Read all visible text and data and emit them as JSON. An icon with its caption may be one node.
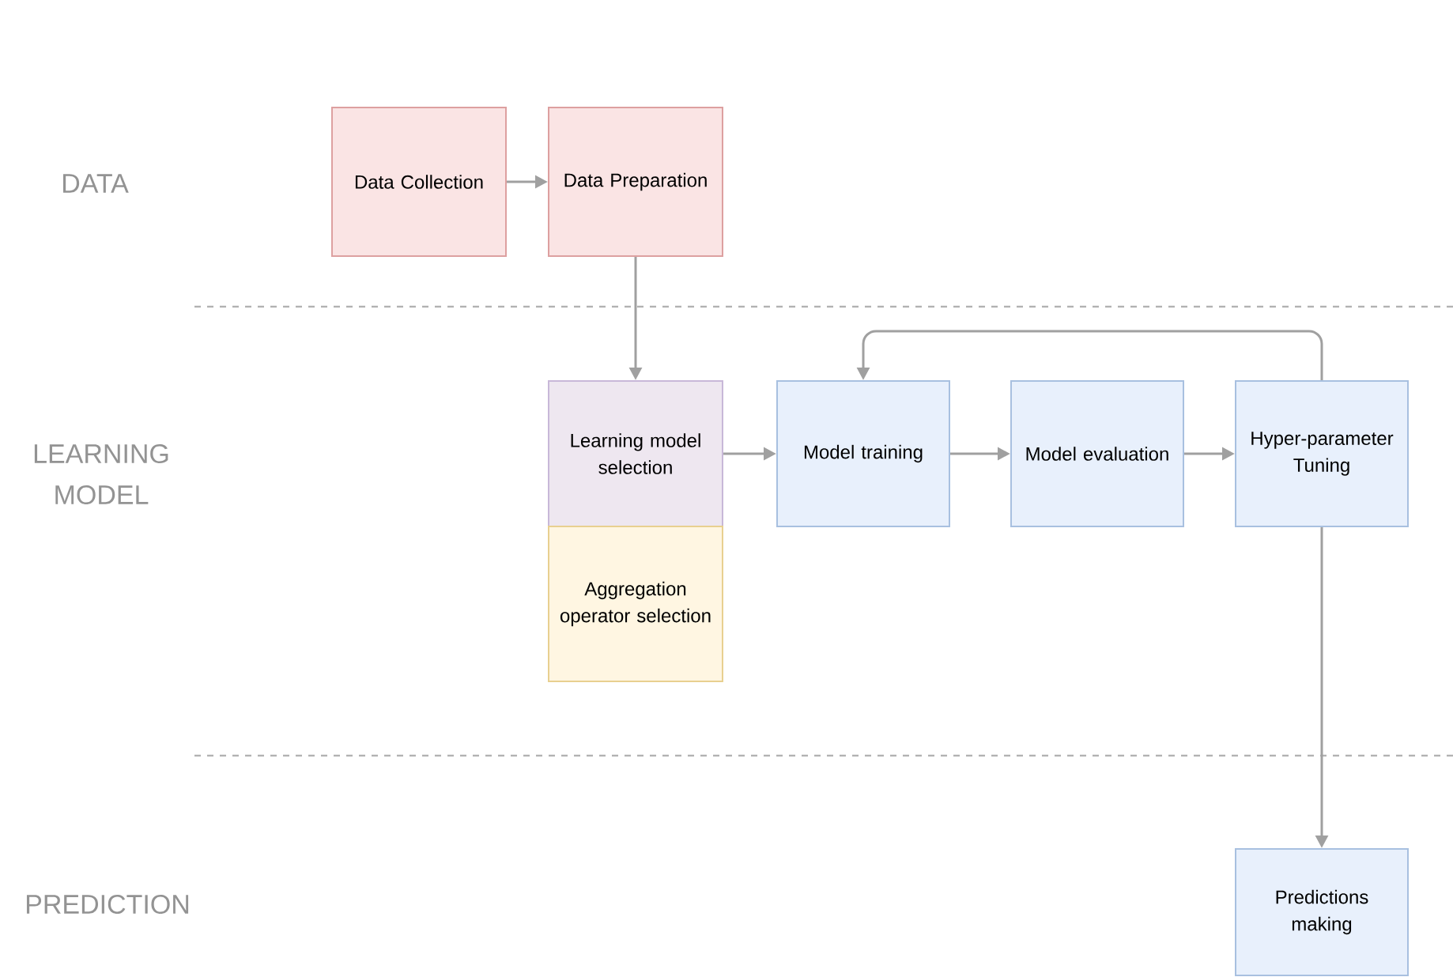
{
  "diagram": {
    "nodes": [
      {
        "text": [
          "Data Collection"
        ]
      },
      {
        "text": [
          "Data Preparation"
        ]
      },
      {
        "text": [
          "Learning model selection"
        ]
      },
      {
        "text": [
          "Aggregation operator selection"
        ]
      },
      {
        "text": [
          "Model training"
        ]
      },
      {
        "text": [
          "Model evaluation"
        ]
      },
      {
        "text": [
          "Hyper-parameter Tuning"
        ]
      },
      {
        "text": [
          "Predictions making"
        ]
      }
    ],
    "edges": [
      {
        "from": 0,
        "to": 1,
        "arrow": "to"
      },
      {
        "from": 1,
        "to": 2,
        "arrow": "to"
      },
      {
        "from": 2,
        "to": 4,
        "arrow": "to"
      },
      {
        "from": 4,
        "to": 5,
        "arrow": "to"
      },
      {
        "from": 5,
        "to": 6,
        "arrow": "to"
      },
      {
        "from": 6,
        "to": 4,
        "arrow": "to"
      },
      {
        "from": 6,
        "to": 7,
        "arrow": "to"
      }
    ],
    "labels": [
      "DATA",
      "LEARNING MODEL",
      "PREDICTION"
    ]
  }
}
